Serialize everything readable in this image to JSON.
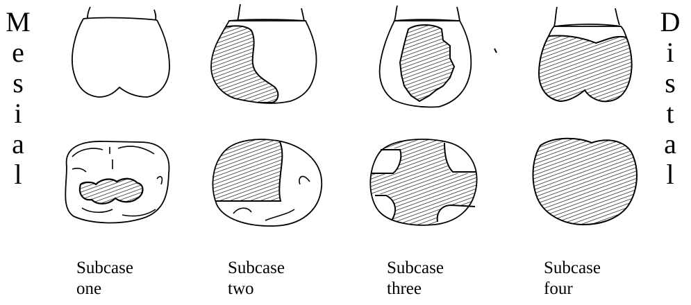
{
  "side_labels": {
    "left": [
      "M",
      "e",
      "s",
      "i",
      "a",
      "l"
    ],
    "right": [
      "D",
      "i",
      "s",
      "t",
      "a",
      "l"
    ]
  },
  "subcases": [
    {
      "line1": "Subcase",
      "line2": "one"
    },
    {
      "line1": "Subcase",
      "line2": "two"
    },
    {
      "line1": "Subcase",
      "line2": "three"
    },
    {
      "line1": "Subcase",
      "line2": "four"
    }
  ]
}
